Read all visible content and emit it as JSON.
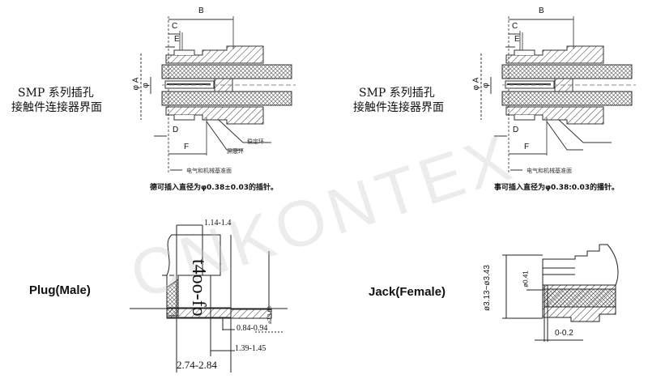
{
  "watermark": "CNKONTEX",
  "left_panel": {
    "title_line1": "SMP  系列插孔",
    "title_line2": "接触件连接器界面",
    "dims": {
      "b": "B",
      "c": "C",
      "e": "E",
      "a": "φ A",
      "phi": "φ",
      "d": "D",
      "f": "F"
    },
    "callout_ring1": "稳定环",
    "callout_ring2": "屏蔽环",
    "ref_plane": "电气和机械基准面",
    "note": "德可插入直径为φ0.38±0.03的插针。"
  },
  "right_panel": {
    "title_line1": "SMP  系列插孔",
    "title_line2": "接触件连接器界面",
    "dims": {
      "b": "B",
      "c": "C",
      "e": "E",
      "a": "φ A",
      "phi": "φ",
      "d": "D",
      "f": "F"
    },
    "ref_plane": "电气和机械基准面",
    "note": "事可插入直径为φ0.38:0.03的播针。"
  },
  "plug": {
    "label": "Plug(Male)",
    "dim1": "1.14-1.4",
    "dim_rotated": "t4oo-fo",
    "dim_small": "ø2.9-03",
    "dim2": "0.84-0.94",
    "dim3": "1.39-1.45",
    "dim4": "2.74-2.84"
  },
  "jack": {
    "label": "Jack(Female)",
    "dim_dia": "ø3.13~ø3.43",
    "dim_pin": "ø0.41",
    "dim_gap": "0-0.2"
  }
}
